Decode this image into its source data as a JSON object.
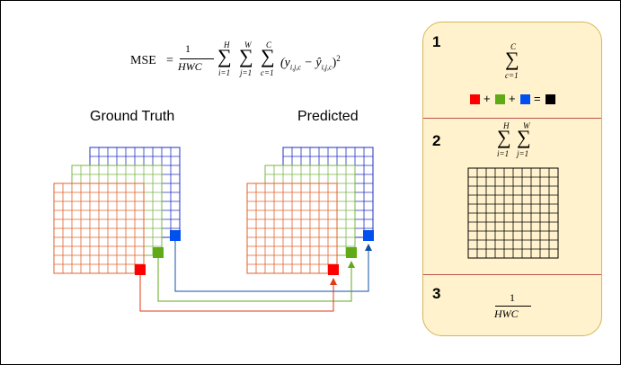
{
  "formula": {
    "lhs": "MSE",
    "eq": "=",
    "frac_num": "1",
    "frac_den": "HWC",
    "sum1_top": "H",
    "sum1_bot": "i=1",
    "sum2_top": "W",
    "sum2_bot": "j=1",
    "sum3_top": "C",
    "sum3_bot": "c=1",
    "body": "(y",
    "body_sub1": "i,j,c",
    "body_minus": " − ŷ",
    "body_sub2": "i,j,c",
    "body_close": ")",
    "body_exp": "2"
  },
  "labels": {
    "ground_truth": "Ground Truth",
    "predicted": "Predicted"
  },
  "panel": {
    "s1_num": "1",
    "s1_sum_top": "C",
    "s1_sum_bot": "c=1",
    "s1_plus1": "+",
    "s1_plus2": "+",
    "s1_eq": "=",
    "s2_num": "2",
    "s2_sum1_top": "H",
    "s2_sum1_bot": "i=1",
    "s2_sum2_top": "W",
    "s2_sum2_bot": "j=1",
    "s3_num": "3",
    "s3_num_val": "1",
    "s3_den": "HWC"
  },
  "colors": {
    "red": "#ff0000",
    "green": "#60a917",
    "blue": "#0050ef",
    "grid_red": "#e0622a",
    "grid_green": "#79b446",
    "grid_blue": "#2030c0",
    "panel_fill": "#fff2cc",
    "panel_stroke": "#d6b656",
    "divider": "#b85450",
    "arrow_red": "#e03a10",
    "arrow_green": "#60a917",
    "arrow_blue": "#1050a0"
  }
}
